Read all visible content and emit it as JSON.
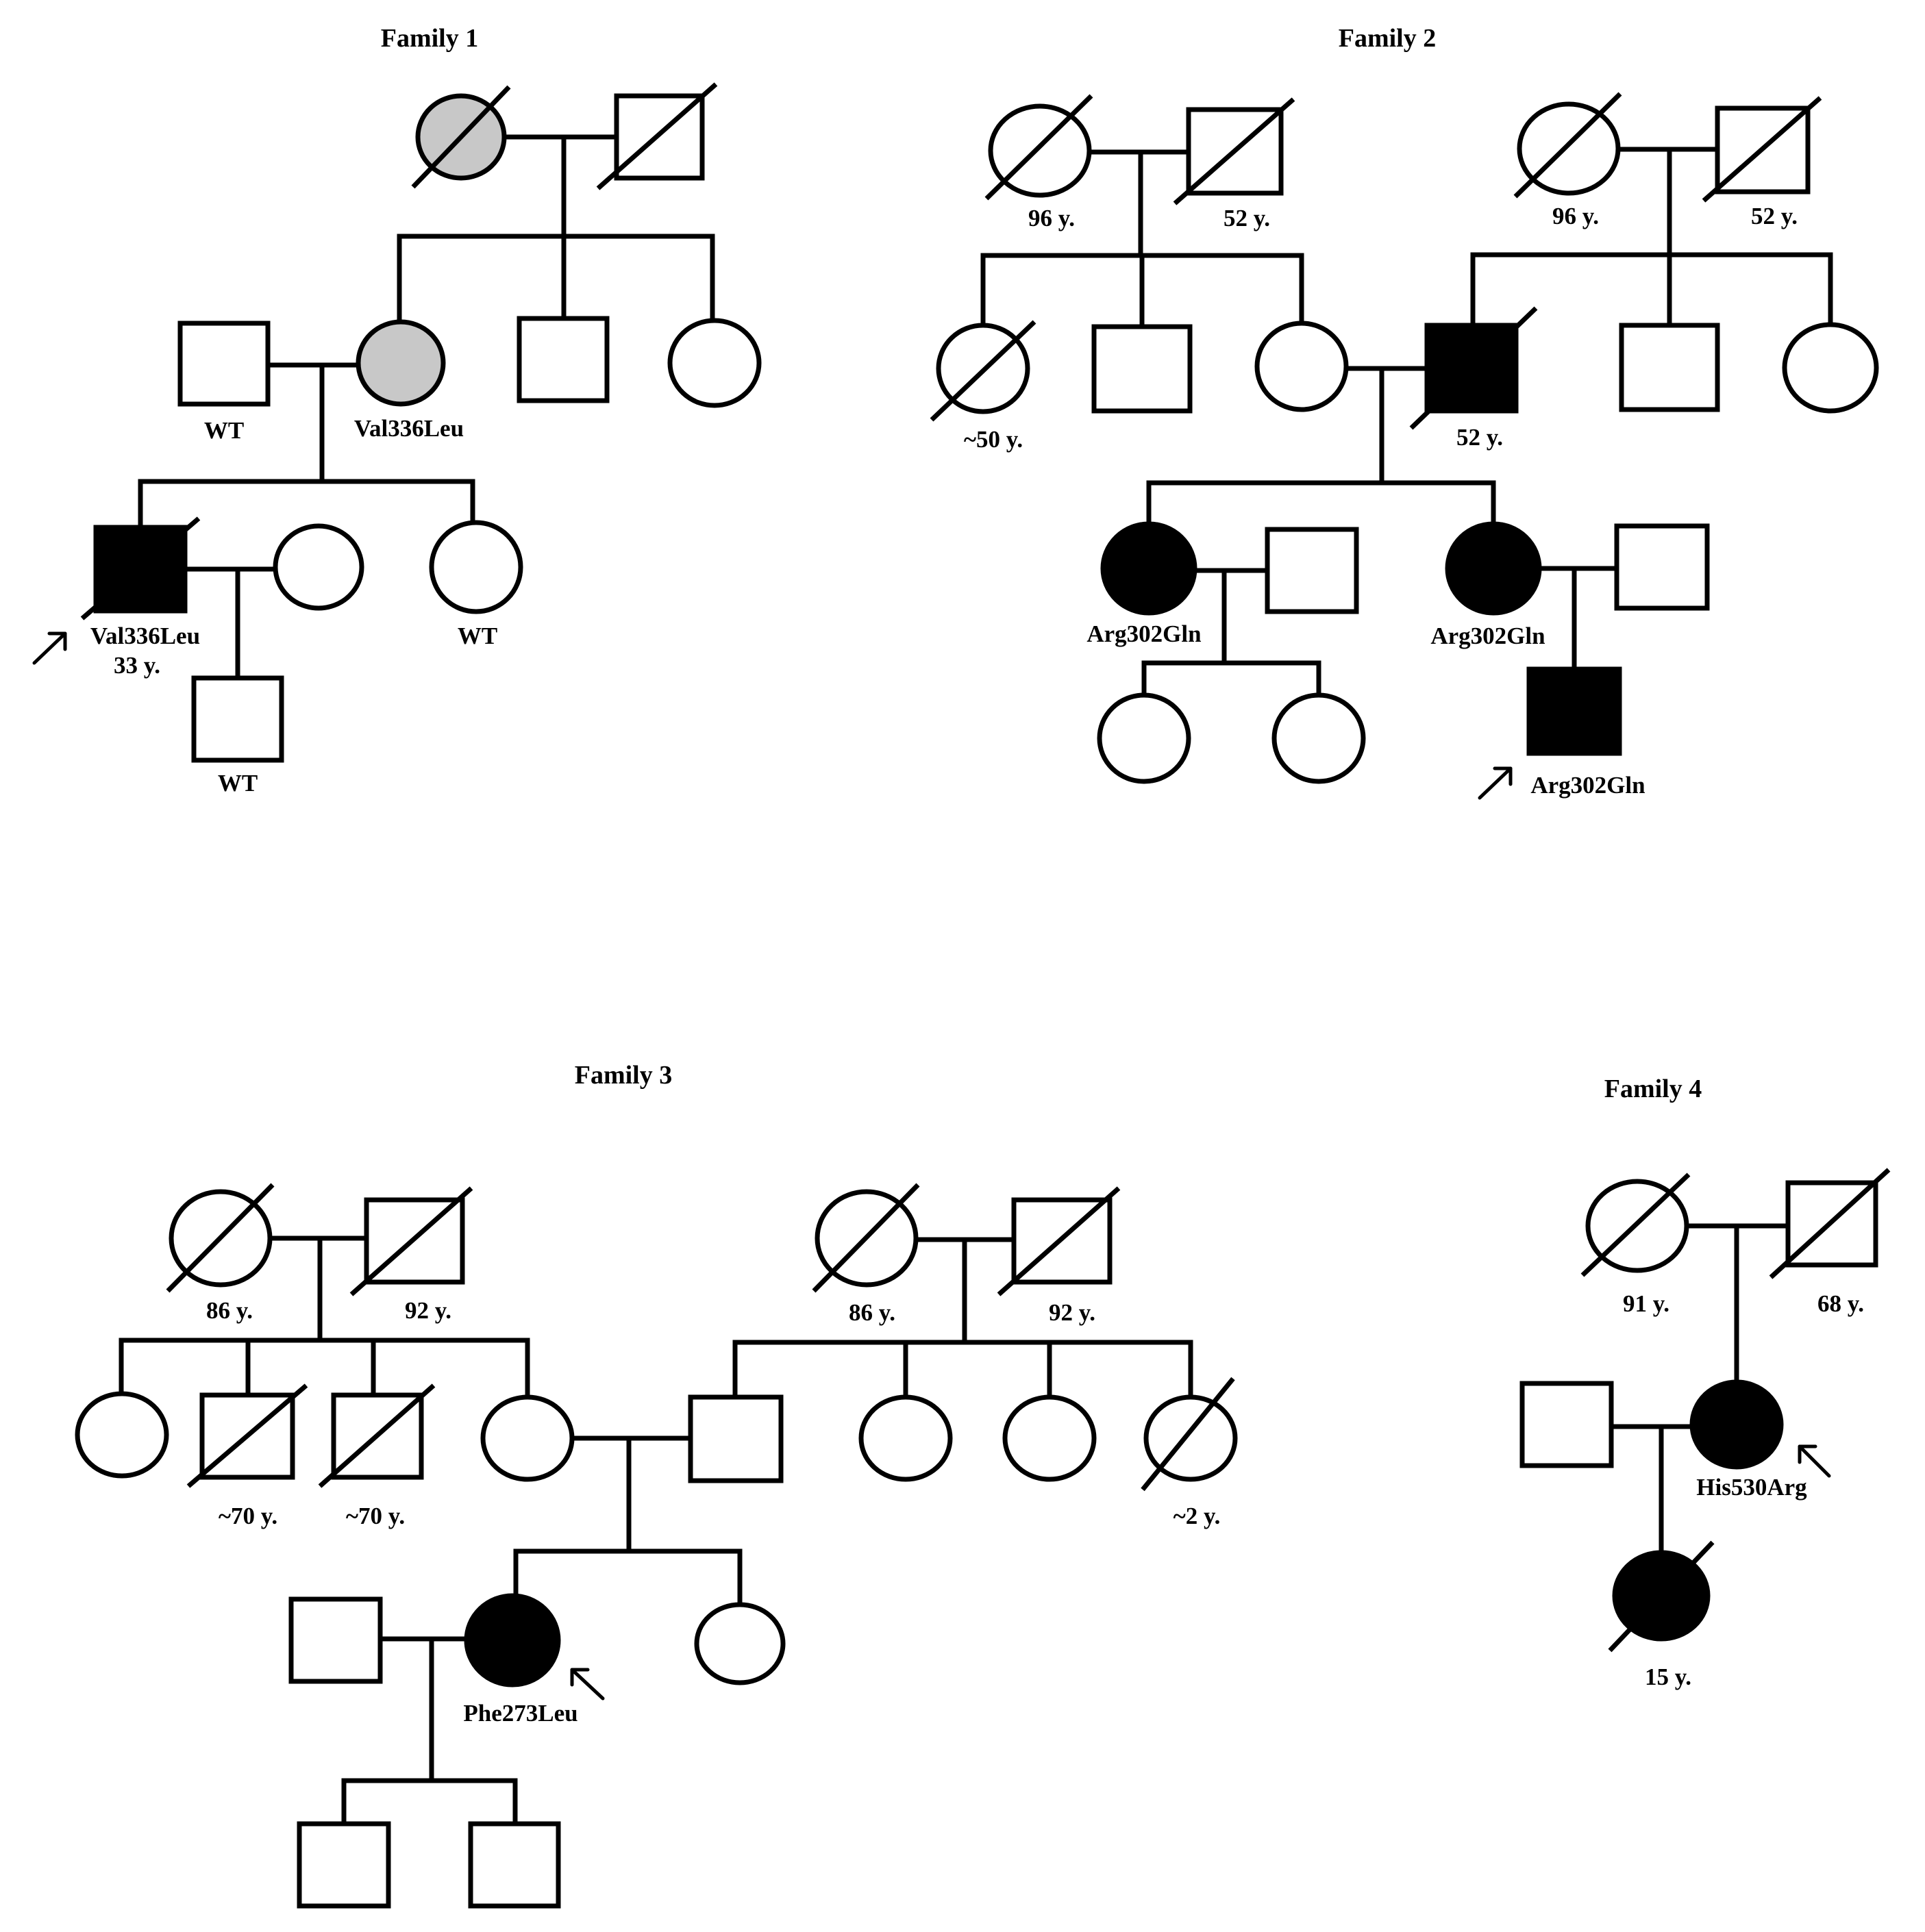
{
  "families": [
    {
      "title": "Family 1",
      "labels": [
        "WT",
        "Val336Leu",
        "Val336Leu",
        "33 y.",
        "WT",
        "WT"
      ]
    },
    {
      "title": "Family 2",
      "labels": [
        "96 y.",
        "52 y.",
        "96 y.",
        "52 y.",
        "~50 y.",
        "52 y.",
        "Arg302Gln",
        "Arg302Gln",
        "Arg302Gln"
      ]
    },
    {
      "title": "Family 3",
      "labels": [
        "86 y.",
        "92 y.",
        "86 y.",
        "92 y.",
        "~70 y.",
        "~70 y.",
        "~2 y.",
        "Phe273Leu"
      ]
    },
    {
      "title": "Family 4",
      "labels": [
        "91 y.",
        "68 y.",
        "His530Arg",
        "15 y."
      ]
    }
  ],
  "colors": {
    "affected": "#000000",
    "carrier": "#c8c8c8",
    "unaffected": "#ffffff"
  }
}
